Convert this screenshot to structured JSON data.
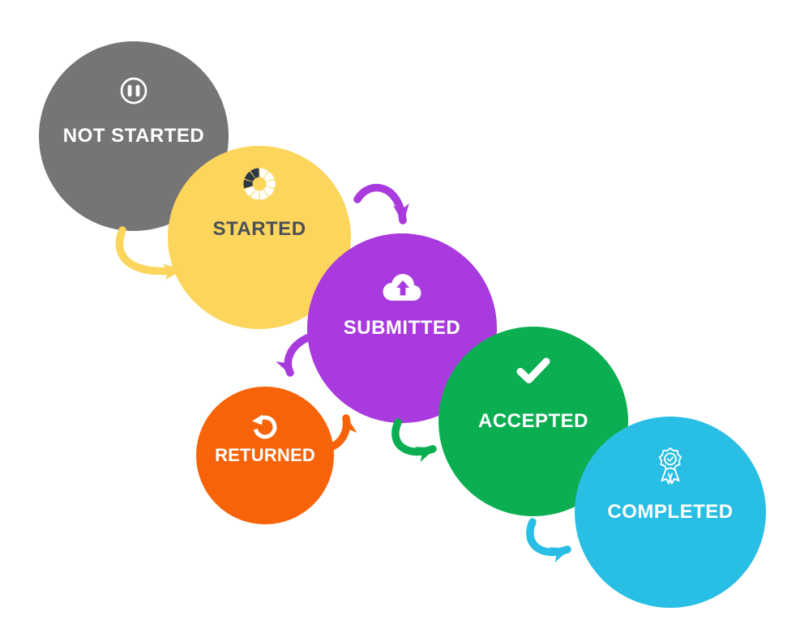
{
  "diagram": {
    "background_color": "#ffffff",
    "stages": [
      {
        "label": "NOT STARTED",
        "color": "#757575",
        "text_color": "#ffffff",
        "icon": "pause-icon"
      },
      {
        "label": "STARTED",
        "color": "#FBD55C",
        "text_color": "#4A4F57",
        "icon": "spinner-icon",
        "icon_accent": "#2E3744"
      },
      {
        "label": "SUBMITTED",
        "color": "#A93ADD",
        "text_color": "#ffffff",
        "icon": "cloud-upload-icon"
      },
      {
        "label": "RETURNED",
        "color": "#F66308",
        "text_color": "#ffffff",
        "icon": "rotate-left-icon"
      },
      {
        "label": "ACCEPTED",
        "color": "#0BAF52",
        "text_color": "#ffffff",
        "icon": "check-icon"
      },
      {
        "label": "COMPLETED",
        "color": "#29BEE3",
        "text_color": "#ffffff",
        "icon": "award-icon"
      }
    ],
    "arrows": [
      {
        "from": "NOT STARTED",
        "to": "STARTED",
        "color": "#FBD55C",
        "direction": "right"
      },
      {
        "from": "STARTED",
        "to": "SUBMITTED",
        "color": "#A93ADD",
        "direction": "down"
      },
      {
        "from": "SUBMITTED",
        "to": "RETURNED",
        "color": "#A93ADD",
        "direction": "down-left"
      },
      {
        "from": "RETURNED",
        "to": "SUBMITTED",
        "color": "#F66308",
        "direction": "up"
      },
      {
        "from": "SUBMITTED",
        "to": "ACCEPTED",
        "color": "#0BAF52",
        "direction": "right"
      },
      {
        "from": "ACCEPTED",
        "to": "COMPLETED",
        "color": "#29BEE3",
        "direction": "right"
      }
    ]
  }
}
